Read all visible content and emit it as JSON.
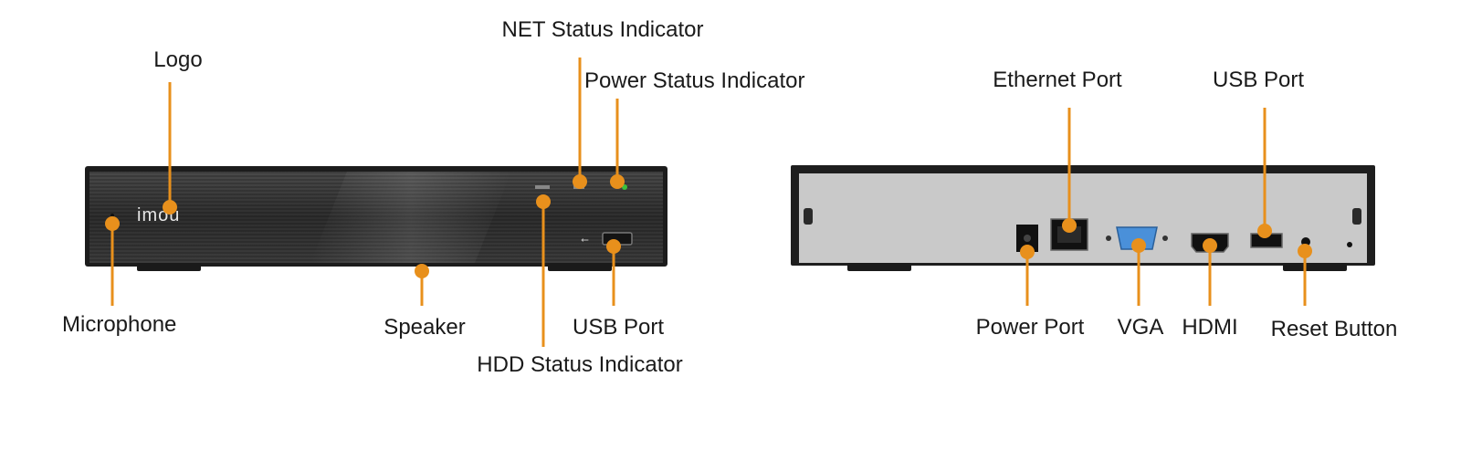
{
  "front": {
    "logo_text": "imou",
    "labels": {
      "logo": "Logo",
      "net_status": "NET Status Indicator",
      "power_status": "Power Status Indicator",
      "microphone": "Microphone",
      "speaker": "Speaker",
      "hdd_status": "HDD Status Indicator",
      "usb_port": "USB Port"
    }
  },
  "back": {
    "labels": {
      "ethernet_port": "Ethernet Port",
      "usb_port": "USB Port",
      "power_port": "Power Port",
      "vga": "VGA",
      "hdmi": "HDMI",
      "reset_button": "Reset Button"
    }
  },
  "colors": {
    "callout": "#E8901C",
    "power_led": "#3cc13c",
    "vga_port": "#4a90d9",
    "chassis_back": "#c9c9c9",
    "chassis_front": "#3a3a3a"
  }
}
